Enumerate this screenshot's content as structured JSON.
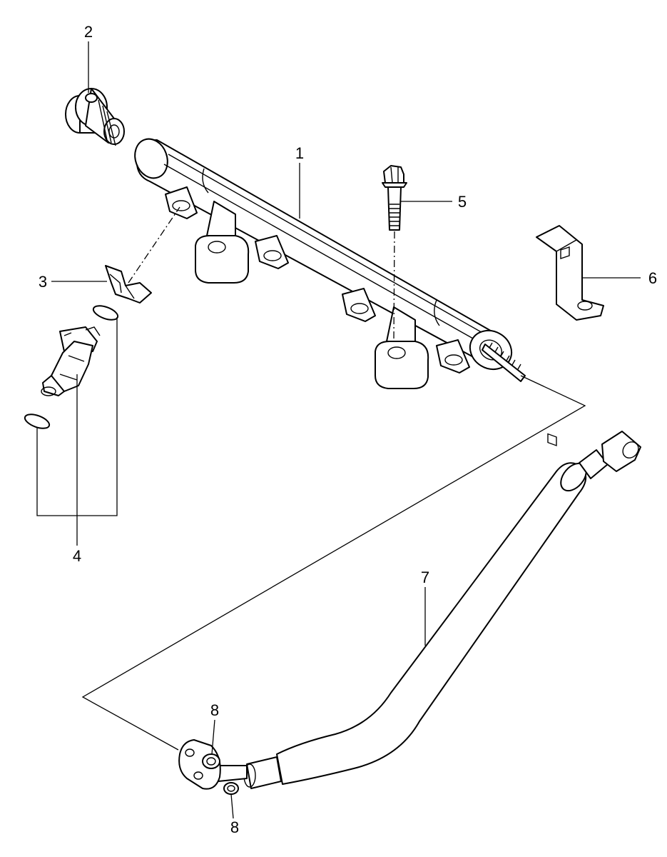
{
  "callouts": {
    "c1": "1",
    "c2": "2",
    "c3": "3",
    "c4": "4",
    "c5": "5",
    "c6": "6",
    "c7": "7",
    "c8a": "8",
    "c8b": "8"
  },
  "colors": {
    "line": "#000000",
    "background": "#ffffff"
  }
}
